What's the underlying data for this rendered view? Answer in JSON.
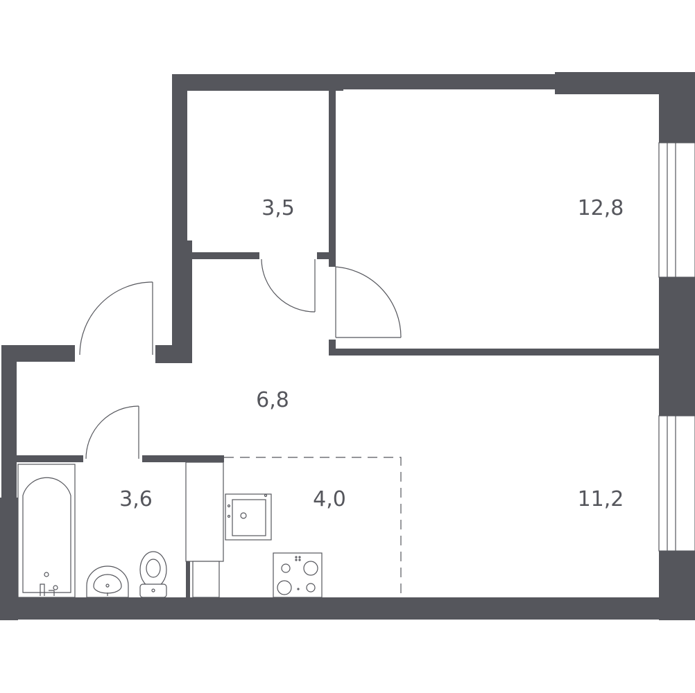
{
  "rooms": [
    {
      "id": "storage",
      "area": "3,5"
    },
    {
      "id": "bedroom",
      "area": "12,8"
    },
    {
      "id": "hallway",
      "area": "6,8"
    },
    {
      "id": "bathroom",
      "area": "3,6"
    },
    {
      "id": "kitchen",
      "area": "4,0"
    },
    {
      "id": "living-room",
      "area": "11,2"
    }
  ],
  "colors": {
    "wall": "#55565c",
    "background": "#ffffff"
  },
  "icons": [
    "bathtub-icon",
    "washbasin-icon",
    "toilet-icon",
    "kitchen-sink-icon",
    "stove-icon"
  ]
}
